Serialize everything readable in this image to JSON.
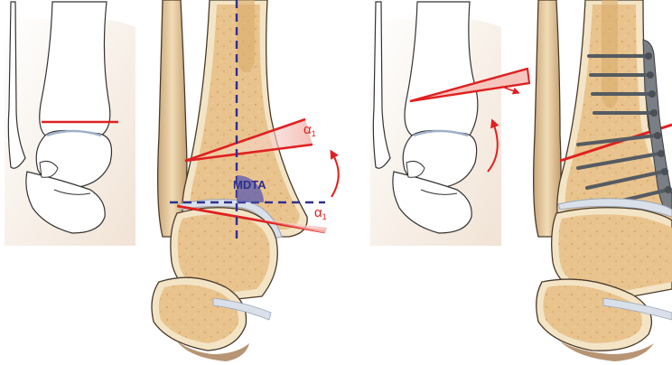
{
  "labels": {
    "mdta": "MDTA",
    "alpha_upper": "α",
    "alpha_upper_sub": "1",
    "alpha_lower": "α",
    "alpha_lower_sub": "1"
  },
  "colors": {
    "bone_fill": "#e7bf86",
    "bone_cortex": "#f3e4c6",
    "outline": "#4a3a2a",
    "cartilage": "#d9e0ea",
    "osteotomy_red": "#e02020",
    "axis_blue": "#2e2f8f",
    "angle_fill": "#5a5ab0",
    "screw_gray": "#8a8f96",
    "inset_shade": "#f2e7dc"
  }
}
